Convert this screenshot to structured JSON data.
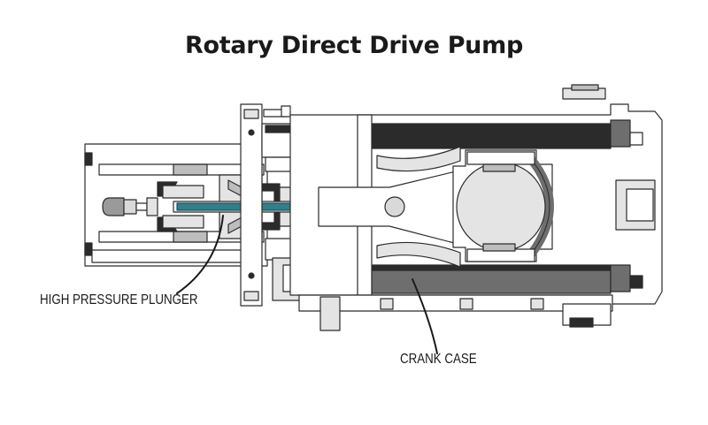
{
  "title": "Rotary Direct Drive Pump",
  "labels": {
    "plunger": "HIGH PRESSURE PLUNGER",
    "crank_case": "CRANK CASE"
  },
  "colors": {
    "outline": "#2b2b2b",
    "light_gray": "#e4e4e4",
    "mid_gray": "#bdbdbd",
    "dark_gray": "#6e6e6e",
    "plunger_teal": "#2f7f8c"
  }
}
